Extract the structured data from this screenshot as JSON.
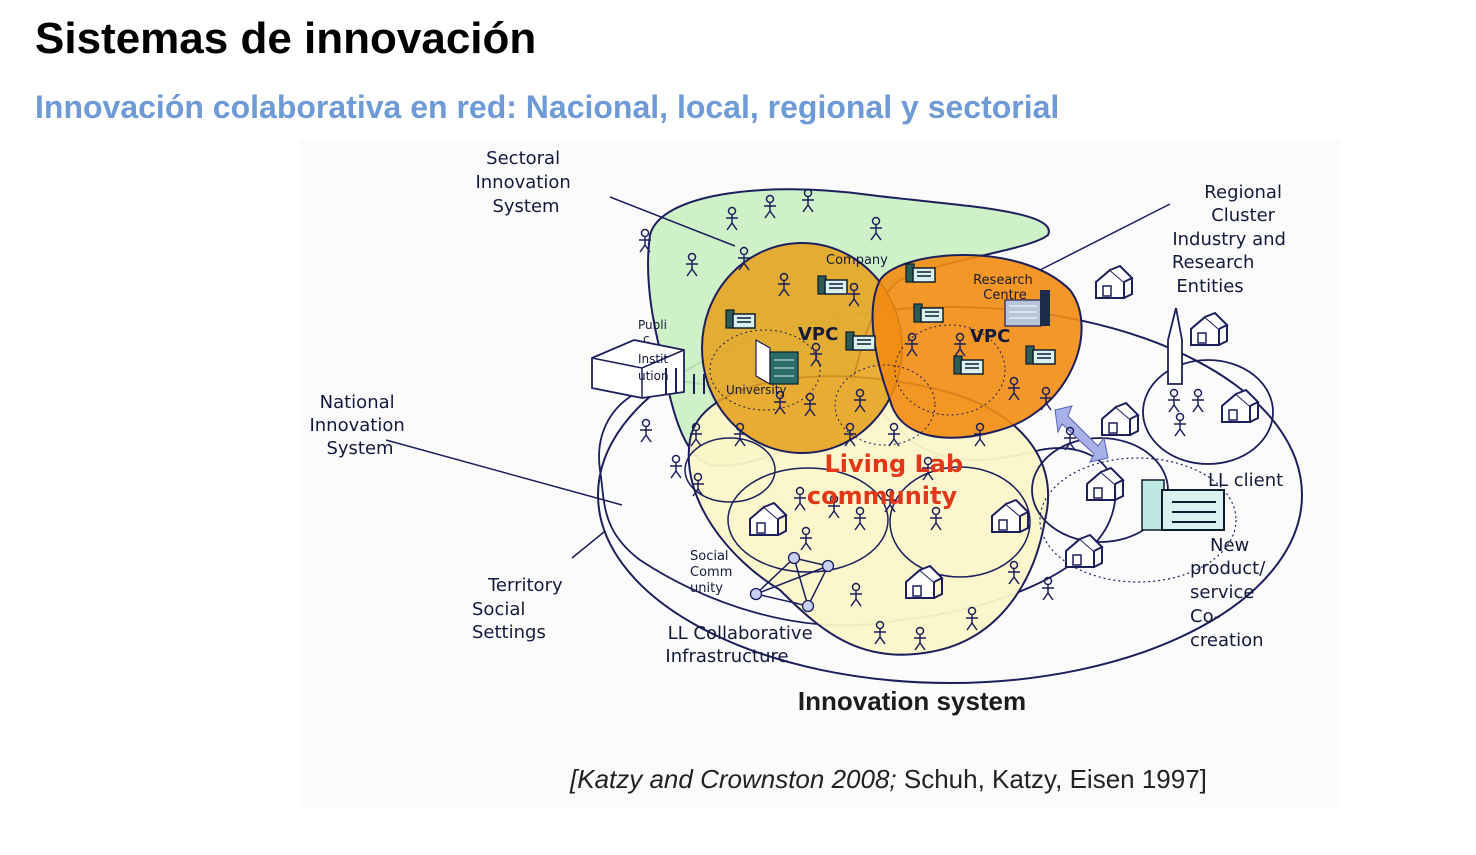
{
  "header": {
    "title": "Sistemas de innovación",
    "subtitle": "Innovación colaborativa en red: Nacional, local, regional y sectorial"
  },
  "diagram": {
    "caption": "Innovation system",
    "labels": {
      "sectoral": [
        "Sectoral",
        "Innovation",
        "System"
      ],
      "regional": [
        "Regional",
        "Cluster",
        "Industry and",
        "Research",
        "Entities"
      ],
      "national": [
        "National",
        "Innovation",
        "System"
      ],
      "territory": [
        "Territory",
        "Social",
        "Settings"
      ],
      "ll_infra": [
        "LL Collaborative",
        "Infrastructure"
      ],
      "social_comm": [
        "Social",
        "Comm",
        "unity"
      ],
      "public_inst": [
        "Publi",
        "c",
        "Instit",
        "ution"
      ],
      "company": "Company",
      "research_centre": [
        "Research",
        "Centre"
      ],
      "vpc_left": "VPC",
      "vpc_right": "VPC",
      "university": "University",
      "living_lab": [
        "Living Lab",
        "community"
      ],
      "ll_client": "LL client",
      "new_product": [
        "New",
        "product/",
        "service",
        "Co-",
        "creation"
      ]
    },
    "colors": {
      "outline": "#1c1f5c",
      "sectoral_fill": "#c9efc2",
      "company_fill": "#e6a21c",
      "research_fill": "#f28c12",
      "community_fill": "#fbf6c8",
      "living_lab_text": "#e2381a",
      "arrow": "#a8b0e8"
    }
  },
  "citation": {
    "italic_part": "[Katzy and Crownston 2008;",
    "normal_part": " Schuh, Katzy, Eisen 1997]"
  }
}
